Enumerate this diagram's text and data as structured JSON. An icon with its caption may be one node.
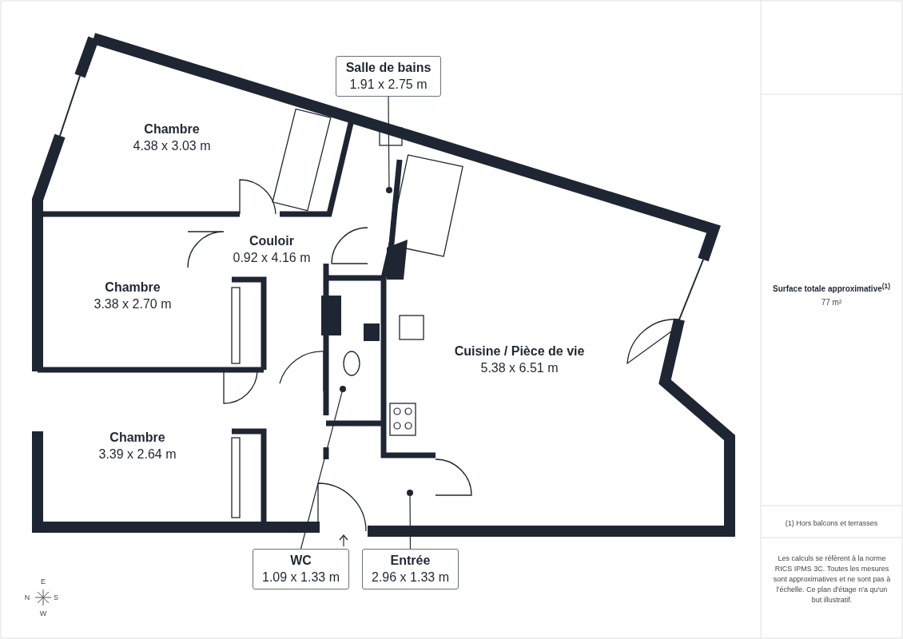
{
  "diagram": {
    "nodes": [
      {
        "text": [
          "Chambre",
          "4.38 x 3.03 m"
        ]
      },
      {
        "text": [
          "Salle de bains",
          "1.91 x 2.75 m"
        ]
      },
      {
        "text": [],
        "shape": "circle"
      },
      {
        "text": [
          "Couloir",
          "0.92 x 4.16 m"
        ]
      },
      {
        "text": [
          "Chambre",
          "3.38 x 2.70 m"
        ]
      },
      {
        "text": [
          "Cuisine / Pièce de vie",
          "5.38 x 6.51 m"
        ]
      },
      {
        "text": [
          "Chambre",
          "3.39 x 2.64 m"
        ]
      },
      {
        "text": [],
        "shape": "circle"
      },
      {
        "text": [],
        "shape": "circle"
      },
      {
        "text": [
          "WC",
          "1.09 x 1.33 m"
        ]
      },
      {
        "text": [
          "Entrée",
          "2.96 x 1.33 m"
        ]
      }
    ],
    "edges": [
      {
        "from": 1,
        "to": 2,
        "arrow": "none"
      },
      {
        "from": 9,
        "to": 7,
        "arrow": "none"
      },
      {
        "from": 10,
        "to": 8,
        "arrow": "none"
      }
    ],
    "labels": [
      "Surface totale approximative$^{(1)}$",
      "77 m²",
      "E",
      "N",
      "S",
      "W",
      "(1) Hors balcons et terrasses",
      "Les calculs se réfèrent à la norme RICS IPMS 3C. Toutes les mesures sont approximatives et ne sont pas à l'échelle. Ce plan d'étage n'a qu'un but illustratif."
    ]
  }
}
